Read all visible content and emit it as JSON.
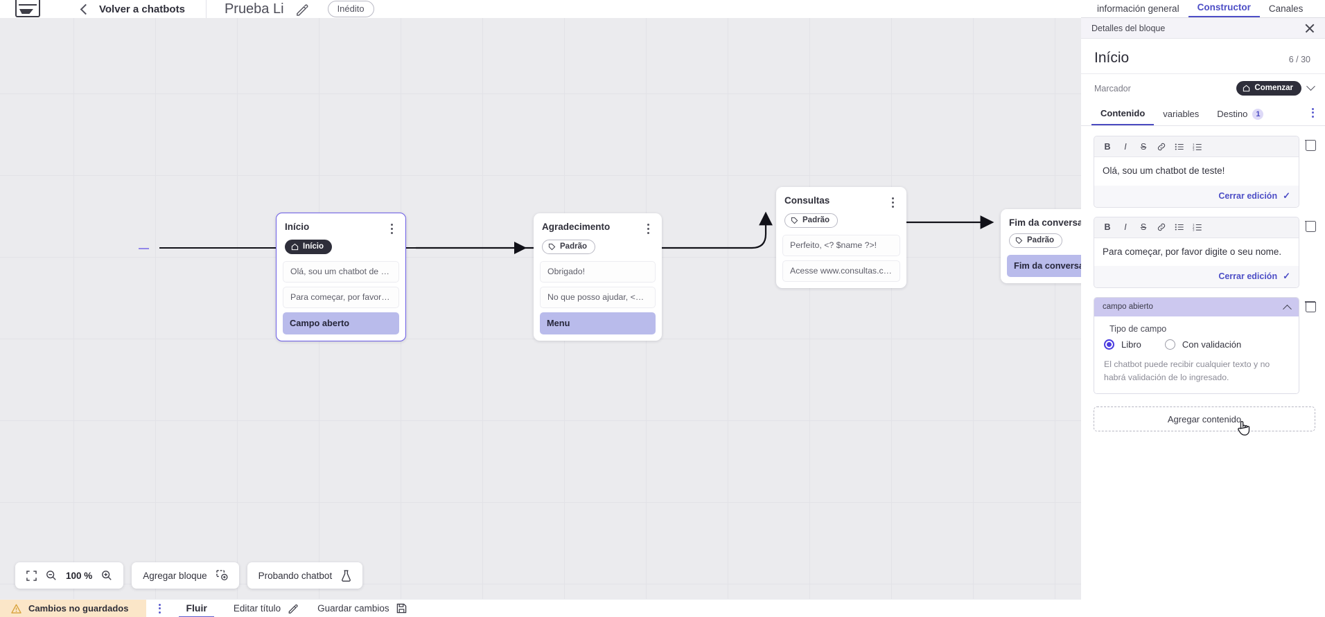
{
  "topbar": {
    "logo": "vtex-logo",
    "back_label": "Volver a chatbots",
    "bot_title": "Prueba Li",
    "edit_icon": "pencil-icon",
    "status_badge": "Inédito"
  },
  "canvas": {
    "zoom_level": "100 %",
    "fit_icon": "fit-screen-icon",
    "zoom_out_icon": "zoom-out-icon",
    "zoom_in_icon": "zoom-in-icon",
    "add_block_label": "Agregar bloque",
    "add_block_icon": "add-block-icon",
    "test_bot_label": "Probando chatbot",
    "test_bot_icon": "flask-icon",
    "nodes": [
      {
        "title": "Início",
        "tag": "Início",
        "tag_type": "start",
        "tag_icon": "home-icon",
        "rows": [
          {
            "type": "message",
            "text": "Olá, sou um chatbot de teste!"
          },
          {
            "type": "message",
            "text": "Para começar, por favor digite o ..."
          },
          {
            "type": "field",
            "text": "Campo aberto"
          }
        ]
      },
      {
        "title": "Agradecimento",
        "tag": "Padrão",
        "tag_type": "default",
        "tag_icon": "tag-icon",
        "rows": [
          {
            "type": "message",
            "text": "Obrigado!"
          },
          {
            "type": "message",
            "text": "No que posso ajudar, <? $name ..."
          },
          {
            "type": "field",
            "text": "Menu"
          }
        ]
      },
      {
        "title": "Consultas",
        "tag": "Padrão",
        "tag_type": "default",
        "tag_icon": "tag-icon",
        "rows": [
          {
            "type": "message",
            "text": "Perfeito, <? $name ?>!"
          },
          {
            "type": "message",
            "text": "Acesse www.consultas.com par..."
          }
        ]
      },
      {
        "title": "Fim da conversa",
        "tag": "Padrão",
        "tag_type": "default",
        "tag_icon": "tag-icon",
        "rows": [
          {
            "type": "field",
            "text": "Fim da conversa"
          }
        ]
      }
    ]
  },
  "footer": {
    "unsaved_label": "Cambios no guardados",
    "warning_icon": "warning-triangle-icon",
    "kebab_icon": "more-vertical-icon",
    "tab_flow": "Fluir",
    "edit_title_label": "Editar título",
    "edit_title_icon": "pencil-icon",
    "save_label": "Guardar cambios",
    "save_icon": "save-disk-icon"
  },
  "panel": {
    "tabs": [
      {
        "label": "información general",
        "active": false
      },
      {
        "label": "Constructor",
        "active": true
      },
      {
        "label": "Canales",
        "active": false
      }
    ],
    "subheader": "Detalles del bloque",
    "close_icon": "close-icon",
    "block_title": "Início",
    "char_count": "6 / 30",
    "marcador_label": "Marcador",
    "marcador_chip": "Comenzar",
    "marcador_chip_icon": "home-icon",
    "marcador_chevron_icon": "chevron-down-icon",
    "content_tabs": [
      {
        "label": "Contenido",
        "active": true,
        "badge": null
      },
      {
        "label": "variables",
        "active": false,
        "badge": null
      },
      {
        "label": "Destino",
        "active": false,
        "badge": "1"
      }
    ],
    "tabs_kebab_icon": "more-vertical-icon",
    "editors": [
      {
        "toolbar": [
          {
            "icon": "bold-icon",
            "glyph": "B"
          },
          {
            "icon": "italic-icon",
            "glyph": "I"
          },
          {
            "icon": "strikethrough-icon",
            "glyph": "S"
          },
          {
            "icon": "link-icon",
            "glyph": "⚭"
          },
          {
            "icon": "bullet-list-icon",
            "glyph": "☰"
          },
          {
            "icon": "numbered-list-icon",
            "glyph": "≡"
          }
        ],
        "text": "Olá, sou um chatbot de teste!",
        "close_edit_label": "Cerrar edición",
        "close_edit_icon": "check-icon",
        "delete_icon": "trash-icon"
      },
      {
        "text": "Para começar, por favor digite o seu nome.",
        "close_edit_label": "Cerrar edición",
        "close_edit_icon": "check-icon",
        "delete_icon": "trash-icon"
      }
    ],
    "field_section": {
      "header": "campo abierto",
      "collapse_icon": "chevron-up-icon",
      "delete_icon": "trash-icon",
      "type_label": "Tipo de campo",
      "options": [
        {
          "label": "Libro",
          "selected": true
        },
        {
          "label": "Con validación",
          "selected": false
        }
      ],
      "description": "El chatbot puede recibir cualquier texto y no habrá validación de lo ingresado."
    },
    "add_content_label": "Agregar contenido",
    "cursor_icon": "pointer-hand-cursor"
  },
  "colors": {
    "accent": "#4d4ec6",
    "radio_selected": "#4b3ce0",
    "node_selected_border": "#6b5ce7",
    "field_row_bg": "#b9bbeb",
    "accordion_header_bg": "#ccc8ef",
    "unsaved_bg": "#fbe6c8",
    "canvas_bg": "#ebebee",
    "tag_start_bg": "#2e2e3a"
  }
}
